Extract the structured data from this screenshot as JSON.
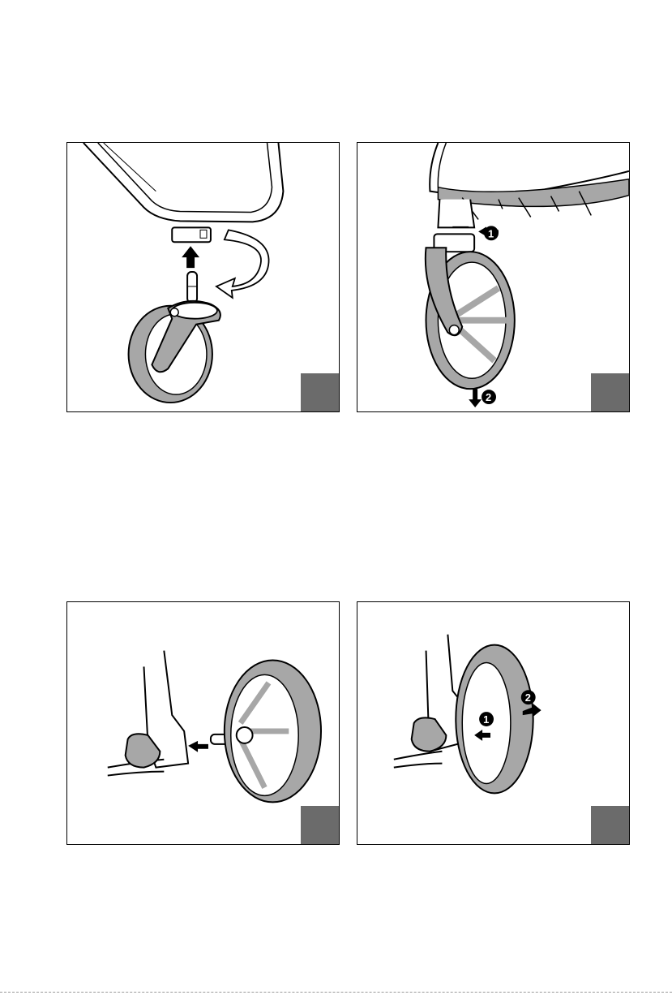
{
  "document": {
    "panels": [
      {
        "id": "panel-1",
        "callouts": []
      },
      {
        "id": "panel-2",
        "callouts": [
          "1",
          "2"
        ]
      },
      {
        "id": "panel-3",
        "callouts": []
      },
      {
        "id": "panel-4",
        "callouts": [
          "1",
          "2"
        ]
      }
    ]
  },
  "colors": {
    "wheel_fill": "#a7a7a7",
    "corner_box": "#6b6b6b",
    "line": "#000000"
  }
}
